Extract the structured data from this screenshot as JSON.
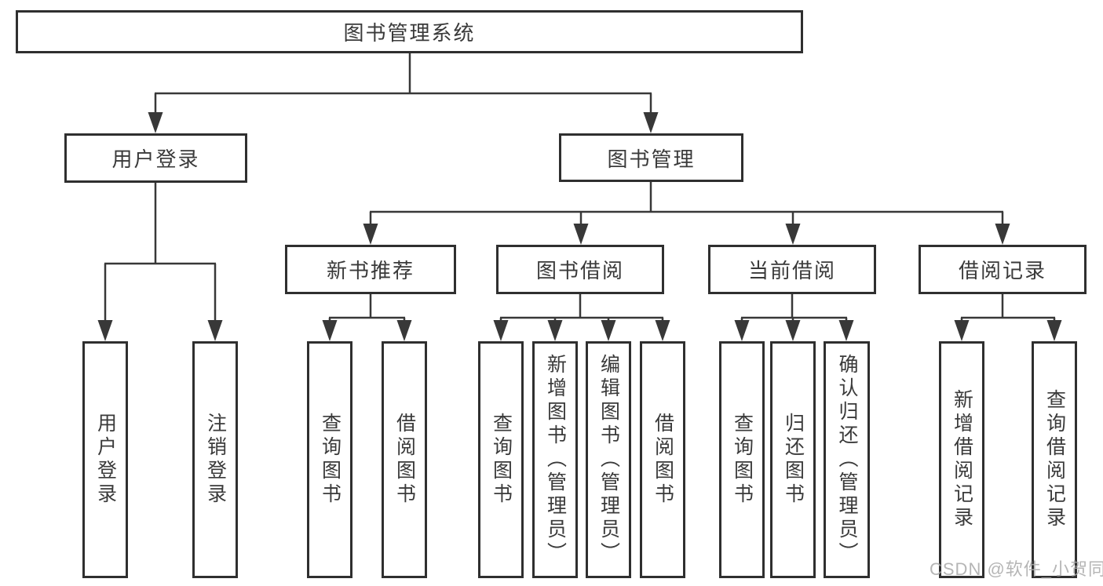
{
  "tree": {
    "label": "图书管理系统",
    "children": [
      {
        "label": "用户登录",
        "children": [
          {
            "label": "用户登录"
          },
          {
            "label": "注销登录"
          }
        ]
      },
      {
        "label": "图书管理",
        "children": [
          {
            "label": "新书推荐",
            "children": [
              {
                "label": "查询图书"
              },
              {
                "label": "借阅图书"
              }
            ]
          },
          {
            "label": "图书借阅",
            "children": [
              {
                "label": "查询图书"
              },
              {
                "label": "新增图书（管理员）"
              },
              {
                "label": "编辑图书（管理员）"
              },
              {
                "label": "借阅图书"
              }
            ]
          },
          {
            "label": "当前借阅",
            "children": [
              {
                "label": "查询图书"
              },
              {
                "label": "归还图书"
              },
              {
                "label": "确认归还（管理员）"
              }
            ]
          },
          {
            "label": "借阅记录",
            "children": [
              {
                "label": "新增借阅记录"
              },
              {
                "label": "查询借阅记录"
              }
            ]
          }
        ]
      }
    ]
  },
  "watermark": "CSDN @软件_小贺同学",
  "colors": {
    "background": "#ffffff",
    "box_border": "#2f2f2f",
    "line": "#383838",
    "text": "#3a3a3a",
    "watermark": "#a9a9a9"
  }
}
